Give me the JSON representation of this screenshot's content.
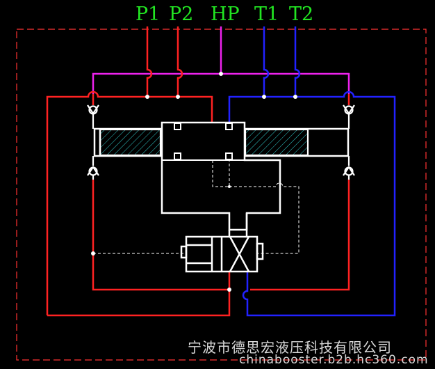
{
  "ports": {
    "p1": "P1",
    "p2": "P2",
    "hp": "HP",
    "t1": "T1",
    "t2": "T2"
  },
  "watermark": {
    "company": "宁波市德思宏液压科技有限公司",
    "site": "chinabooster.b2b.hc360.com"
  },
  "colors": {
    "pressure_line": "#ff2222",
    "high_pressure_line": "#ee22ee",
    "tank_line": "#2222ff",
    "component_outline": "#ffffff",
    "pilot_line": "#ffffff",
    "border": "#ff3333",
    "port_label": "#22e622",
    "hatch": "#33cccc"
  }
}
